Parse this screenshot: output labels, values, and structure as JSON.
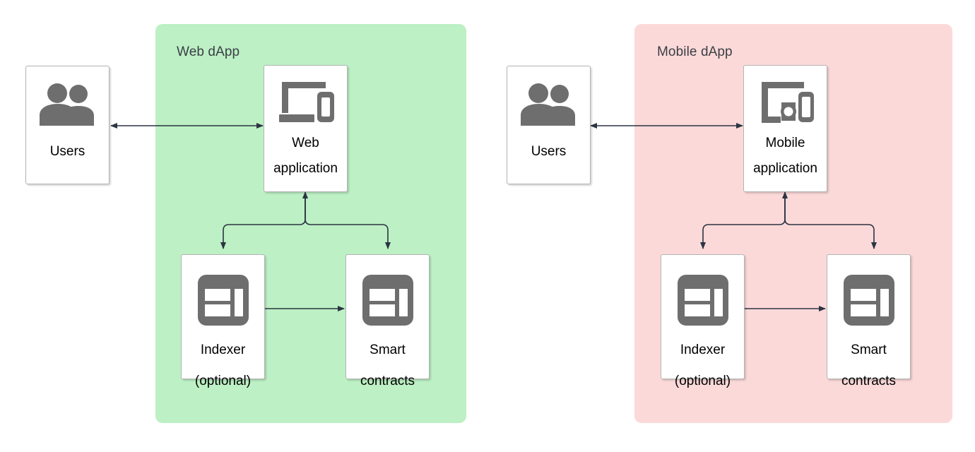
{
  "diagram": {
    "title_web": "Web dApp",
    "title_mobile": "Mobile dApp",
    "colors": {
      "web_panel": "#bdf0c4",
      "mobile_panel": "#fcd9d9",
      "panel_title_text": "#3a3f47",
      "node_fill": "#ffffff",
      "node_border": "#b3b3b3",
      "icon_gray": "#6e6e6e",
      "edge_stroke": "#2b3443",
      "label_text": "#000000"
    }
  },
  "web": {
    "panel_label": "Web dApp",
    "users": {
      "label": "Users",
      "icon": "users-icon"
    },
    "application": {
      "label_line1": "Web",
      "label_line2": "application",
      "icon": "web-devices-icon"
    },
    "indexer": {
      "label_line1": "Indexer",
      "label_line2": "(optional)",
      "icon": "dashboard-icon"
    },
    "contracts": {
      "label_line1": "Smart",
      "label_line2": "contracts",
      "icon": "dashboard-icon"
    }
  },
  "mobile": {
    "panel_label": "Mobile dApp",
    "users": {
      "label": "Users",
      "icon": "users-icon"
    },
    "application": {
      "label_line1": "Mobile",
      "label_line2": "application",
      "icon": "mobile-devices-icon"
    },
    "indexer": {
      "label_line1": "Indexer",
      "label_line2": "(optional)",
      "icon": "dashboard-icon"
    },
    "contracts": {
      "label_line1": "Smart",
      "label_line2": "contracts",
      "icon": "dashboard-icon"
    }
  },
  "edges": [
    {
      "name": "web-users-to-application",
      "type": "bidirectional"
    },
    {
      "name": "web-application-to-indexer",
      "type": "directed"
    },
    {
      "name": "web-application-to-contracts",
      "type": "directed"
    },
    {
      "name": "web-indexer-to-contracts",
      "type": "directed"
    },
    {
      "name": "mobile-users-to-application",
      "type": "bidirectional"
    },
    {
      "name": "mobile-application-to-indexer",
      "type": "directed"
    },
    {
      "name": "mobile-application-to-contracts",
      "type": "directed"
    },
    {
      "name": "mobile-indexer-to-contracts",
      "type": "directed"
    }
  ]
}
